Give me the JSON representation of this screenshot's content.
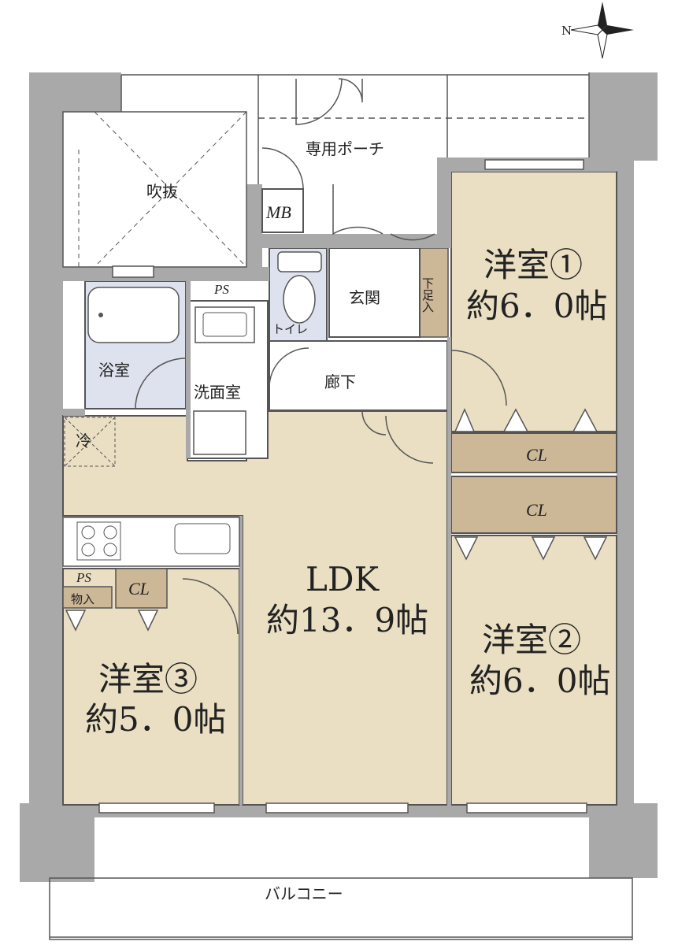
{
  "compass": {
    "north_letter": "N"
  },
  "rooms": {
    "porch": "専用ポーチ",
    "fukinuke": "吹抜",
    "mb": "MB",
    "genkan": "玄関",
    "shitabako": "下足入",
    "toilet": "トイレ",
    "ps_top": "PS",
    "bath": "浴室",
    "washroom": "洗面室",
    "hallway": "廊下",
    "aircon": "冷",
    "western1": {
      "name": "洋室①",
      "size": "約6．0帖"
    },
    "western2": {
      "name": "洋室②",
      "size": "約6．0帖"
    },
    "western3": {
      "name": "洋室③",
      "size": "約5．0帖"
    },
    "ldk": {
      "name": "LDK",
      "size": "約13．9帖"
    },
    "cl1": "CL",
    "cl2": "CL",
    "cl3": "CL",
    "ps_kitchen": "PS",
    "storage": "物入",
    "balcony": "バルコニー"
  },
  "colors": {
    "room_tan": "#eadfc3",
    "wet_area": "#dde2ee",
    "closet": "#ccb797",
    "wall": "#a9a9a9",
    "line": "#555555"
  }
}
